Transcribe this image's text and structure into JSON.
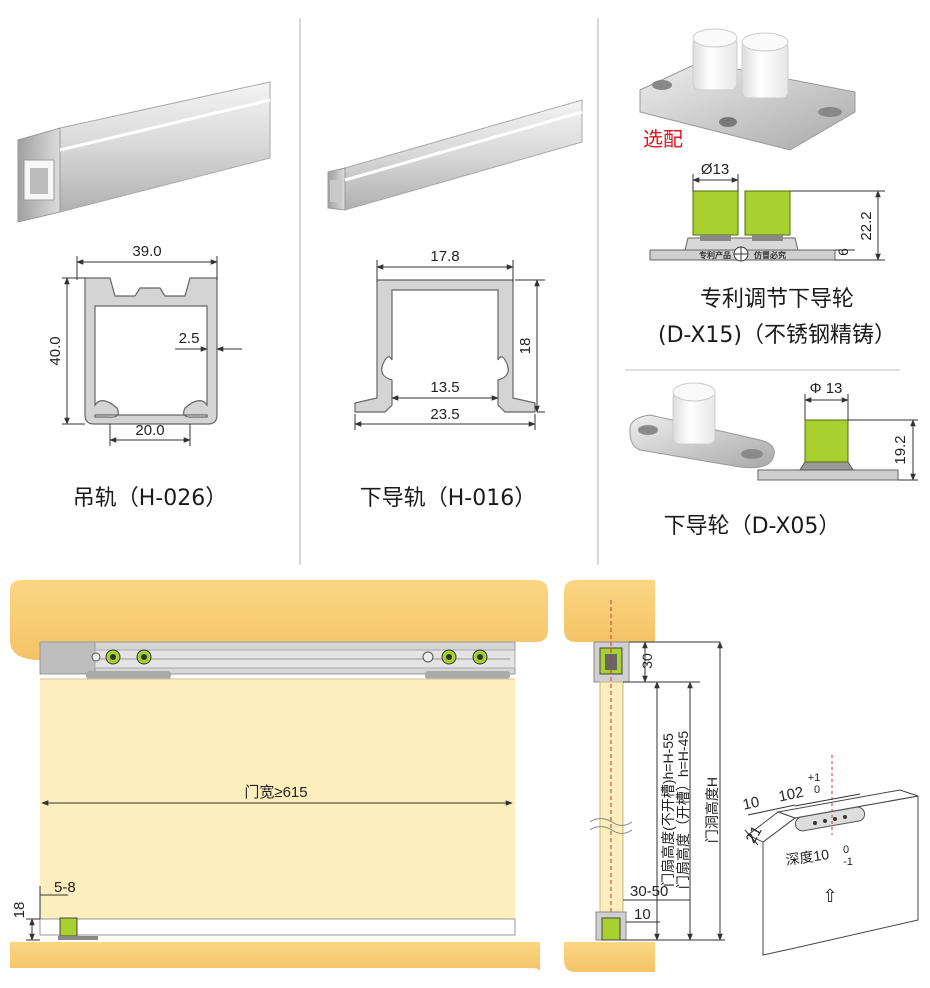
{
  "hanging_rail": {
    "caption": "吊轨（H-026）",
    "width": "39.0",
    "height": "40.0",
    "wall": "2.5",
    "slot": "20.0"
  },
  "bottom_rail": {
    "caption": "下导轨（H-016）",
    "width": "17.8",
    "height": "18",
    "inner": "13.5",
    "outer": "23.5"
  },
  "optional": {
    "label": "选配",
    "diameter": "Ø13",
    "height": "22.2",
    "base": "6",
    "stamp_left": "专利产品",
    "stamp_right": "仿冒必究",
    "caption_line1": "专利调节下导轮",
    "caption_line2": "(D-X15)（不锈钢精铸）"
  },
  "guide_wheel": {
    "diameter": "Φ 13",
    "height": "19.2",
    "caption": "下导轮（D-X05）"
  },
  "install": {
    "door_width": "门宽≥615",
    "left_offset": "5-8",
    "floor_height": "18",
    "top_gap": "30",
    "h_no_slot": "门扇高度(不开槽)h=H-55",
    "h_slot": "门扇高度（开槽）h=H-45",
    "opening_height": "门洞高度H",
    "gap_bottom": "30-50",
    "bottom_10": "10",
    "detail_10": "10",
    "detail_102": "102",
    "detail_102_tol_plus": "+1",
    "detail_102_tol_zero": "0",
    "detail_21": "21",
    "depth_label": "深度10",
    "depth_tol_zero": "0",
    "depth_tol_minus": "-1",
    "arrow": "⇧"
  },
  "colors": {
    "wood": "#fbd27b",
    "door": "#fdeebd",
    "wheel": "#a8d02e",
    "rail": "#c9c9c9",
    "accent_red": "#e0141e"
  }
}
